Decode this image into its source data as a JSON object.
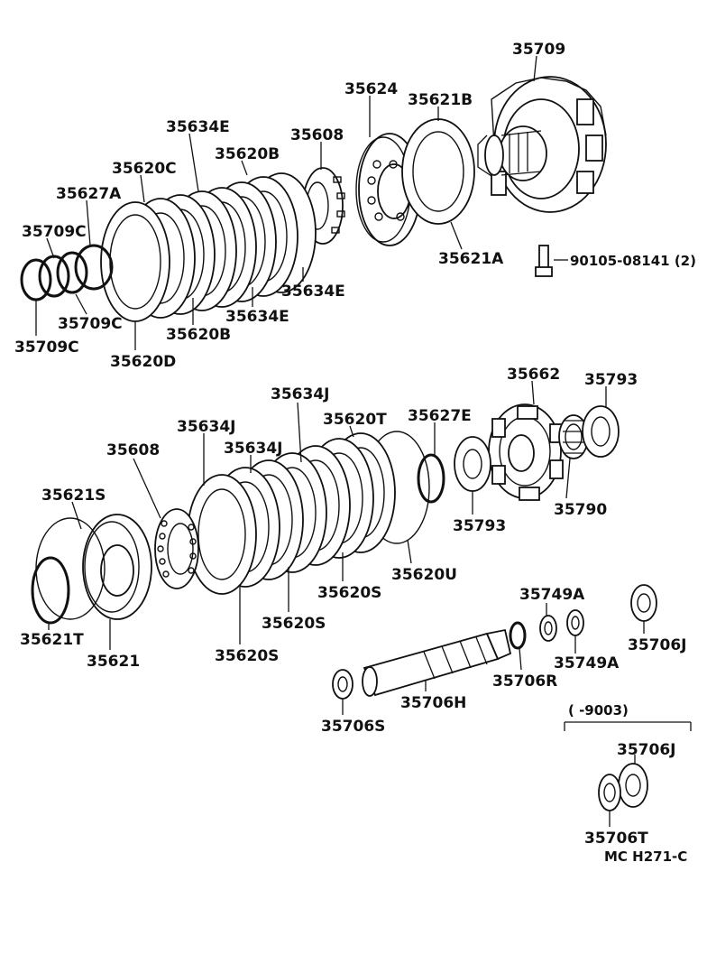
{
  "labels": {
    "p35709": "35709",
    "p35624": "35624",
    "p35621B": "35621B",
    "p35608_top": "35608",
    "p35634E_top": "35634E",
    "p35620B_top": "35620B",
    "p35620C": "35620C",
    "p35627A": "35627A",
    "p35709C_a": "35709C",
    "p35709C_b": "35709C",
    "p35709C_c": "35709C",
    "p35620D": "35620D",
    "p35620B_bot": "35620B",
    "p35634E_mid": "35634E",
    "p35634E_right": "35634E",
    "p35621A": "35621A",
    "p90105": "90105-08141 (2)",
    "p35662": "35662",
    "p35793_top": "35793",
    "p35634J_top": "35634J",
    "p35620T": "35620T",
    "p35627E": "35627E",
    "p35634J_left": "35634J",
    "p35634J_mid": "35634J",
    "p35608_bot": "35608",
    "p35621S": "35621S",
    "p35793_bot": "35793",
    "p35790": "35790",
    "p35620U": "35620U",
    "p35620S_a": "35620S",
    "p35620S_b": "35620S",
    "p35620S_c": "35620S",
    "p35621T": "35621T",
    "p35621": "35621",
    "p35749A_top": "35749A",
    "p35749A_bot": "35749A",
    "p35706J_top": "35706J",
    "p35706R": "35706R",
    "p35706H": "35706H",
    "p35706S": "35706S",
    "p9003": "(    -9003)",
    "p35706J_bot": "35706J",
    "p35706T": "35706T",
    "code": "MC H271-C"
  }
}
